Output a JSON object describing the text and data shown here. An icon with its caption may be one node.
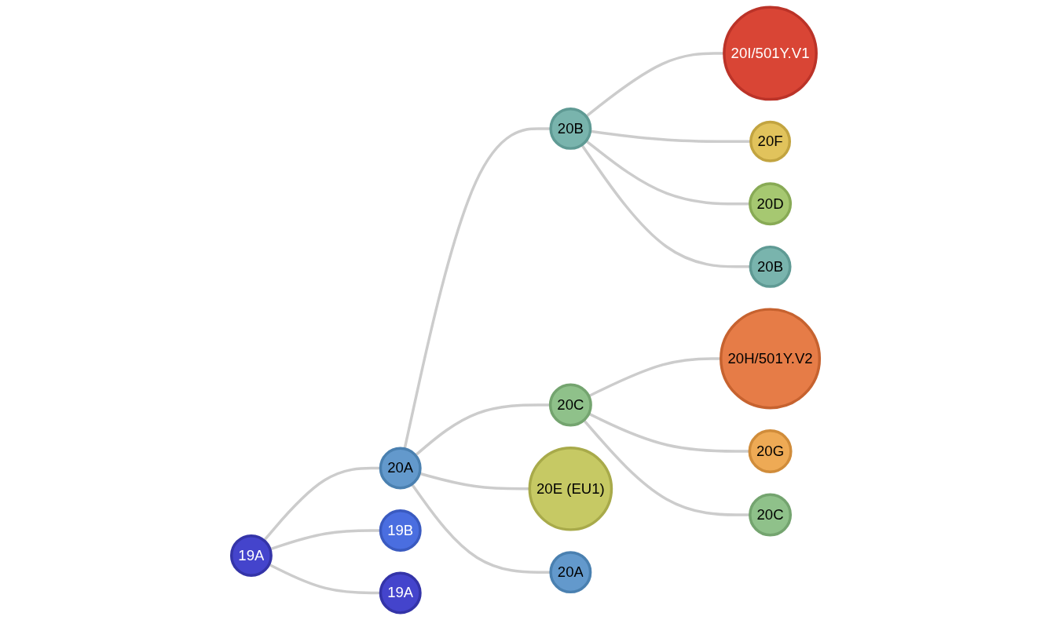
{
  "diagram": {
    "nodes": [
      {
        "text": [
          "19A"
        ]
      },
      {
        "text": [
          "20A"
        ]
      },
      {
        "text": [
          "19B"
        ]
      },
      {
        "text": [
          "19A"
        ]
      },
      {
        "text": [
          "20B"
        ]
      },
      {
        "text": [
          "20C"
        ]
      },
      {
        "text": [
          "20E (EU1)"
        ]
      },
      {
        "text": [
          "20A"
        ]
      },
      {
        "text": [
          "20I/501Y.V1"
        ]
      },
      {
        "text": [
          "20F"
        ]
      },
      {
        "text": [
          "20D"
        ]
      },
      {
        "text": [
          "20B"
        ]
      },
      {
        "text": [
          "20H/501Y.V2"
        ]
      },
      {
        "text": [
          "20G"
        ]
      },
      {
        "text": [
          "20C"
        ]
      }
    ],
    "edges": [
      {
        "from": 0,
        "to": 1,
        "arrow": "none"
      },
      {
        "from": 0,
        "to": 2,
        "arrow": "none"
      },
      {
        "from": 0,
        "to": 3,
        "arrow": "none"
      },
      {
        "from": 1,
        "to": 4,
        "arrow": "none"
      },
      {
        "from": 1,
        "to": 5,
        "arrow": "none"
      },
      {
        "from": 1,
        "to": 6,
        "arrow": "none"
      },
      {
        "from": 1,
        "to": 7,
        "arrow": "none"
      },
      {
        "from": 4,
        "to": 8,
        "arrow": "none"
      },
      {
        "from": 4,
        "to": 9,
        "arrow": "none"
      },
      {
        "from": 4,
        "to": 10,
        "arrow": "none"
      },
      {
        "from": 4,
        "to": 11,
        "arrow": "none"
      },
      {
        "from": 5,
        "to": 12,
        "arrow": "none"
      },
      {
        "from": 5,
        "to": 13,
        "arrow": "none"
      },
      {
        "from": 5,
        "to": 14,
        "arrow": "none"
      }
    ]
  }
}
